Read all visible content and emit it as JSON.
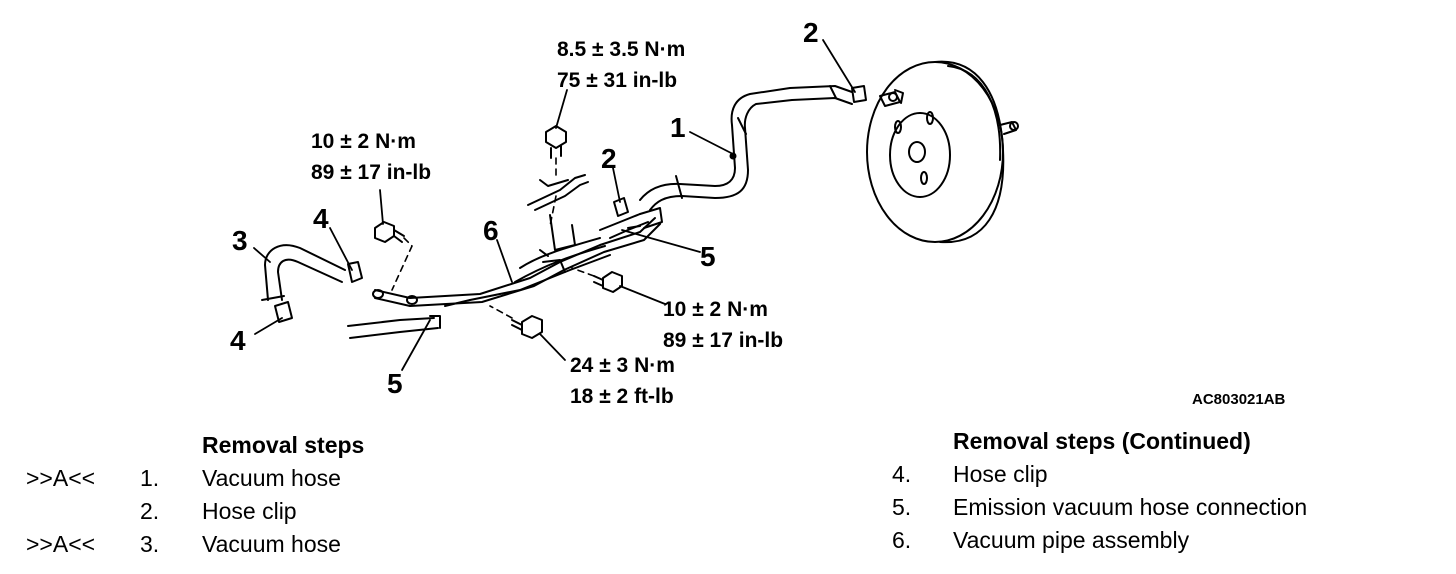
{
  "figure": {
    "code": "AC803021AB",
    "callouts": [
      "1",
      "2",
      "2",
      "3",
      "4",
      "4",
      "5",
      "5",
      "6"
    ],
    "torques": [
      {
        "line1": "8.5 ± 3.5 N·m",
        "line2": "75 ± 31 in-lb"
      },
      {
        "line1": "10 ± 2 N·m",
        "line2": "89 ± 17 in-lb"
      },
      {
        "line1": "10 ± 2 N·m",
        "line2": "89 ± 17 in-lb"
      },
      {
        "line1": "24 ± 3 N·m",
        "line2": "18 ± 2 ft-lb"
      }
    ]
  },
  "removal_steps": {
    "title": "Removal steps",
    "items": [
      {
        "mark": ">>A<<",
        "num": "1.",
        "label": "Vacuum hose"
      },
      {
        "mark": "",
        "num": "2.",
        "label": "Hose clip"
      },
      {
        "mark": ">>A<<",
        "num": "3.",
        "label": "Vacuum hose"
      }
    ]
  },
  "removal_steps_continued": {
    "title": "Removal steps (Continued)",
    "items": [
      {
        "num": "4.",
        "label": "Hose clip"
      },
      {
        "num": "5.",
        "label": "Emission vacuum hose connection"
      },
      {
        "num": "6.",
        "label": "Vacuum pipe assembly"
      }
    ]
  }
}
